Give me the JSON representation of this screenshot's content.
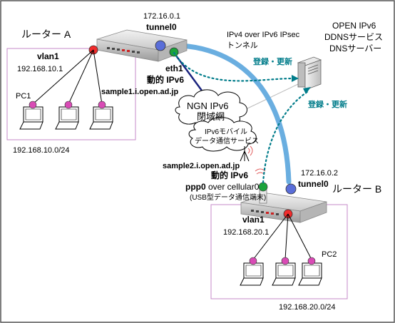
{
  "title_router_a": "ルーター A",
  "title_router_b": "ルーター B",
  "router_a": {
    "tunnel_ip": "172.16.0.1",
    "tunnel_name": "tunnel0",
    "eth_name": "eth1",
    "eth_addr_type": "動的 IPv6",
    "eth_host": "sample1.i.open.ad.jp",
    "vlan_name": "vlan1",
    "vlan_ip": "192.168.10.1",
    "pc_label": "PC1",
    "lan_network": "192.168.10.0/24"
  },
  "router_b": {
    "tunnel_ip": "172.16.0.2",
    "tunnel_name": "tunnel0",
    "host": "sample2.i.open.ad.jp",
    "addr_type": "動的 IPv6",
    "ppp_name": "ppp0",
    "ppp_suffix": " over cellular0",
    "ppp_device": "(USB型データ通信端末)",
    "vlan_name": "vlan1",
    "vlan_ip": "192.168.20.1",
    "pc_label": "PC2",
    "lan_network": "192.168.20.0/24"
  },
  "tunnel": {
    "label_line1": "IPv4 over IPv6 IPsec",
    "label_line2": "トンネル"
  },
  "server": {
    "line1": "OPEN IPv6",
    "line2": "DDNSサービス",
    "line3": "DNSサーバー"
  },
  "register_label_1": "登録・更新",
  "register_label_2": "登録・更新",
  "ngn": {
    "line1": "NGN IPv6",
    "line2": "閉域網"
  },
  "mobile": {
    "line1": "IPv6モバイル",
    "line2": "データ通信サービス"
  },
  "colors": {
    "tunnel": "#6aaee0",
    "eth_link": "#1a237e",
    "registration": "#007c8a",
    "interface_port": "#f12c2c",
    "tunnel_port": "#5a6ed9",
    "green_port": "#1aa33b",
    "pc_node": "#d94bb5",
    "lan_border": "#c68ac8"
  }
}
